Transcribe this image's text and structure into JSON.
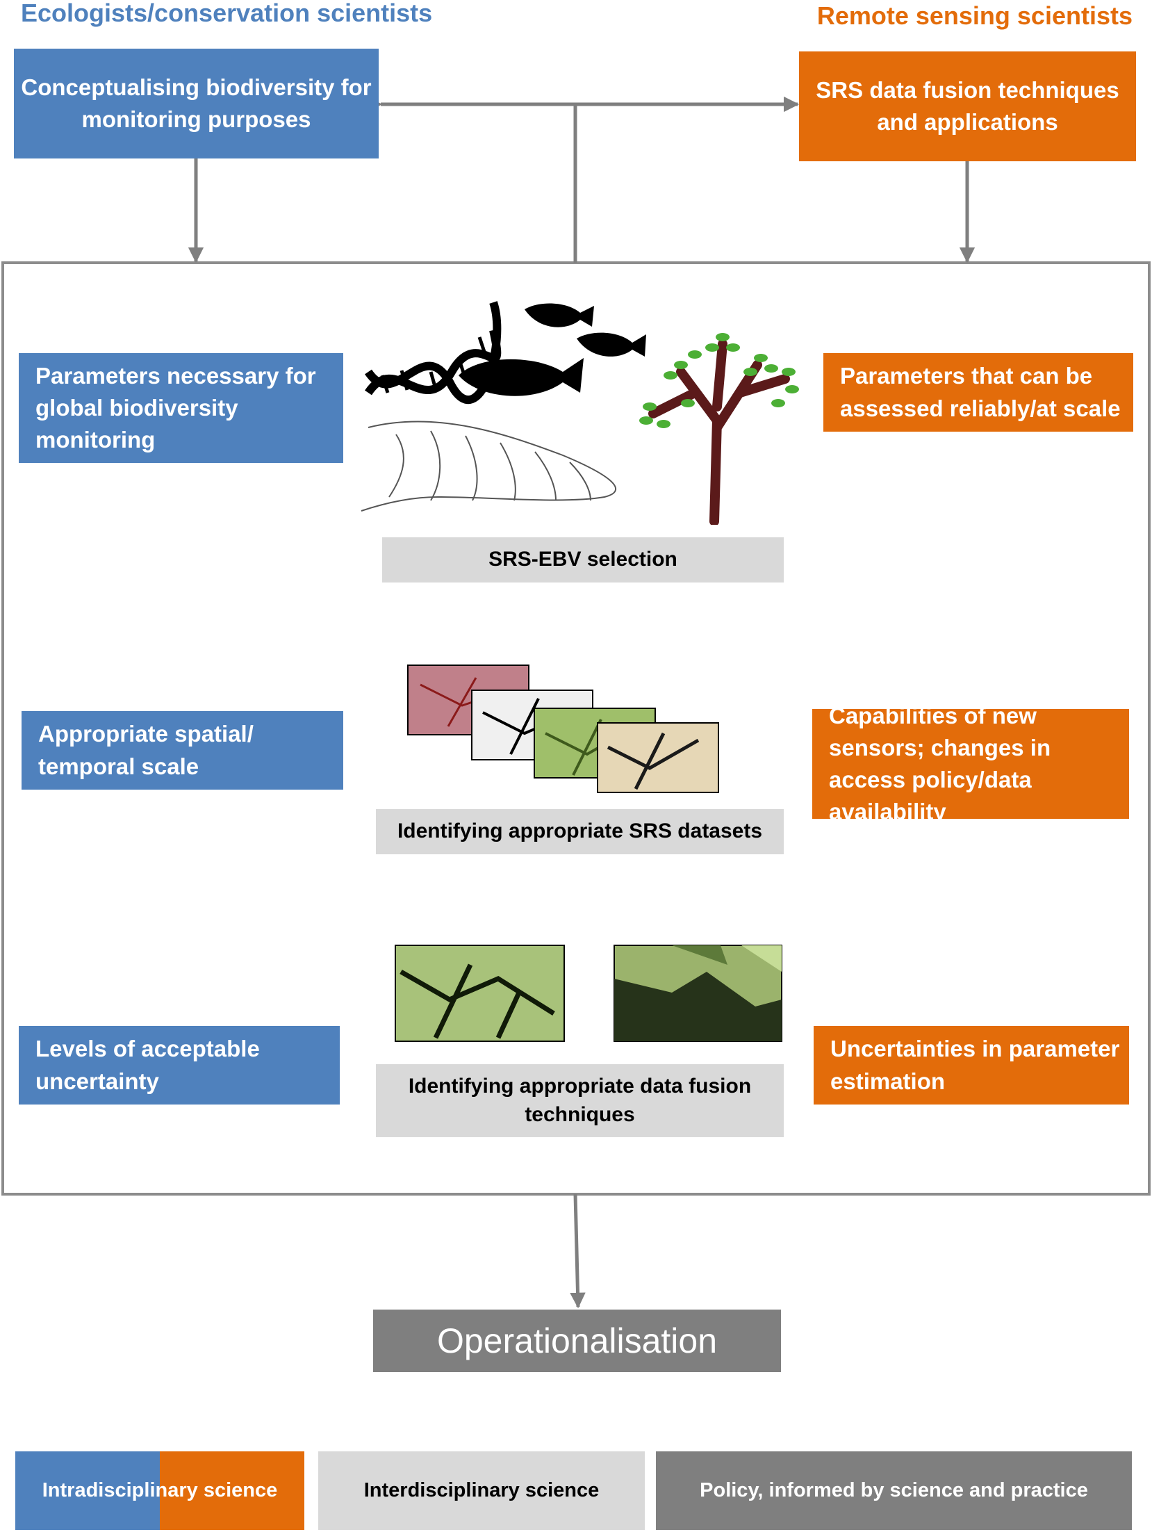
{
  "headers": {
    "ecologists": "Ecologists/conservation scientists",
    "remote_sensing": "Remote sensing scientists"
  },
  "top": {
    "conceptualising": "Conceptualising biodiversity for monitoring purposes",
    "srs_fusion": "SRS data fusion techniques and applications"
  },
  "left_column": {
    "parameters_necessary": "Parameters necessary for global biodiversity monitoring",
    "spatial_temporal": "Appropriate spatial/ temporal scale",
    "acceptable_uncertainty": "Levels of acceptable uncertainty"
  },
  "right_column": {
    "parameters_assessed": "Parameters that can be assessed reliably/at scale",
    "sensor_capabilities": "Capabilities of new sensors; changes in access policy/data availability",
    "uncertainties": "Uncertainties in parameter estimation"
  },
  "center_column": {
    "ebv_selection": "SRS-EBV selection",
    "identify_datasets": "Identifying appropriate SRS datasets",
    "identify_fusion": "Identifying appropriate data fusion techniques"
  },
  "outcome": "Operationalisation",
  "legend": {
    "intradisciplinary": "Intradisciplinary science",
    "interdisciplinary": "Interdisciplinary science",
    "policy": "Policy, informed by science and practice"
  },
  "colors": {
    "blue": "#4f81bd",
    "orange": "#e36c0a",
    "light_grey": "#d9d9d9",
    "dark_grey": "#7f7f7f",
    "arrow": "#7f7f7f"
  }
}
